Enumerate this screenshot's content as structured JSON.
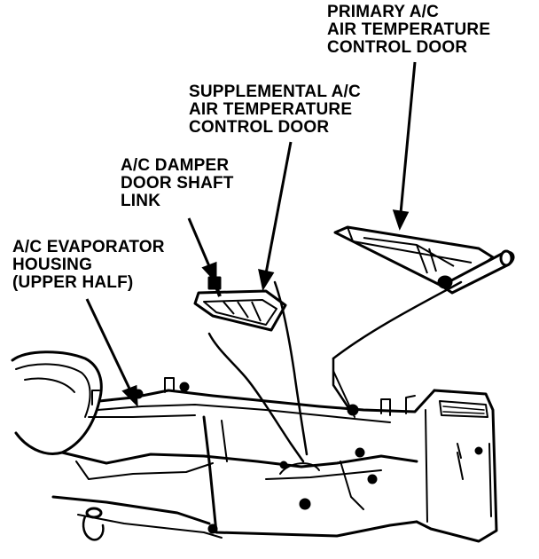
{
  "colors": {
    "ink": "#000000",
    "paper": "#ffffff"
  },
  "labels": {
    "primary_door": {
      "lines": [
        "PRIMARY A/C",
        "AIR TEMPERATURE",
        "CONTROL DOOR"
      ]
    },
    "supplemental_door": {
      "lines": [
        "SUPPLEMENTAL A/C",
        "AIR TEMPERATURE",
        "CONTROL DOOR"
      ]
    },
    "damper_link": {
      "lines": [
        "A/C DAMPER",
        "DOOR SHAFT",
        "LINK"
      ]
    },
    "evaporator_housing": {
      "lines": [
        "A/C EVAPORATOR",
        "HOUSING",
        "(UPPER HALF)"
      ]
    }
  }
}
